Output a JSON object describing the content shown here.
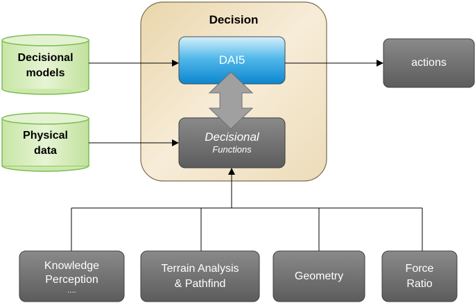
{
  "decision": {
    "title": "Decision"
  },
  "dai5": {
    "label": "DAI5"
  },
  "functions": {
    "line1": "Decisional",
    "line2": "Functions"
  },
  "actions": {
    "label": "actions"
  },
  "inputs": {
    "decisional_models": {
      "line1": "Decisional",
      "line2": "models"
    },
    "physical_data": {
      "line1": "Physical",
      "line2": "data"
    }
  },
  "modules": {
    "knowledge": {
      "line1": "Knowledge",
      "line2": "Perception",
      "line3": "...."
    },
    "terrain": {
      "line1": "Terrain Analysis",
      "line2": "& Pathfind"
    },
    "geometry": {
      "line1": "Geometry"
    },
    "force": {
      "line1": "Force",
      "line2": "Ratio"
    }
  },
  "colors": {
    "decision_fill": "#f2e3c4",
    "dai5_top": "#bfe3f7",
    "dai5_bottom": "#1597d8",
    "gray_box": "#6f6f6f",
    "cylinder": "#d4ecb8",
    "cylinder_stroke": "#86c25a",
    "arrow_gray": "#9c9c9c"
  }
}
